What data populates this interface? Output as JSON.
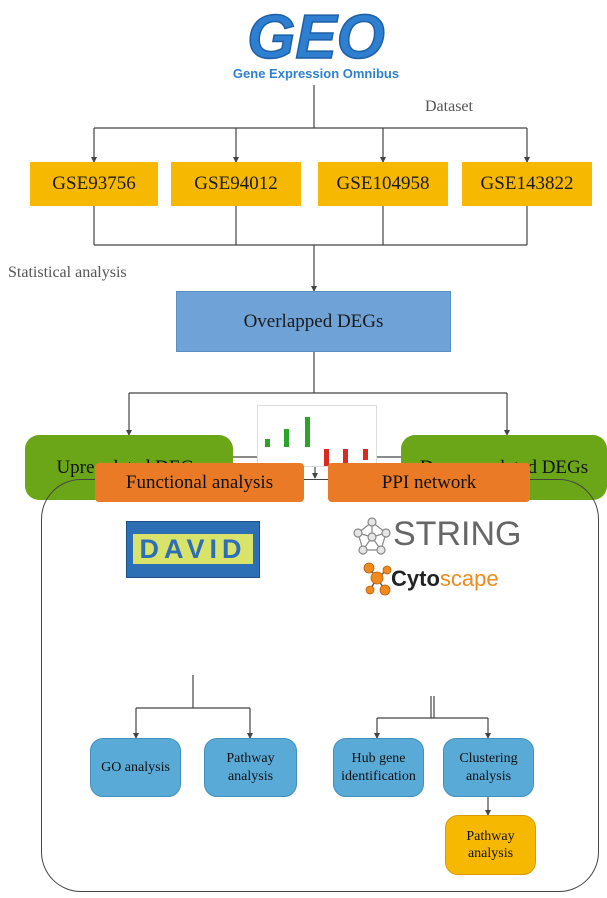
{
  "logos": {
    "geo": {
      "text": "GEO",
      "subtitle": "Gene Expression Omnibus",
      "color": "#2f7fd0"
    },
    "david": {
      "text": "DAVID"
    },
    "string": {
      "text": "STRING"
    },
    "cytoscape": {
      "text_bold": "Cyto",
      "text_light": "scape",
      "color": "#f08a1c"
    }
  },
  "labels": {
    "dataset": "Dataset",
    "statistical": "Statistical analysis"
  },
  "datasets": [
    "GSE93756",
    "GSE94012",
    "GSE104958",
    "GSE143822"
  ],
  "overlapped": "Overlapped DEGs",
  "up": "Upregulated DEGs",
  "down": "Downregulated DEGs",
  "functional": {
    "header": "Functional analysis",
    "go": "GO analysis",
    "pathway": "Pathway analysis"
  },
  "ppi": {
    "header": "PPI network",
    "hub": "Hub gene identification",
    "clustering": "Clustering analysis",
    "pathway": "Pathway analysis"
  },
  "colors": {
    "dataset_box": "#f6b800",
    "main_box": "#6fa3d8",
    "green_box": "#6aa618",
    "orange_box": "#ea7a25",
    "blue_box": "#5aaad8",
    "up_bar": "#2aa52a",
    "down_bar": "#d92b20"
  }
}
